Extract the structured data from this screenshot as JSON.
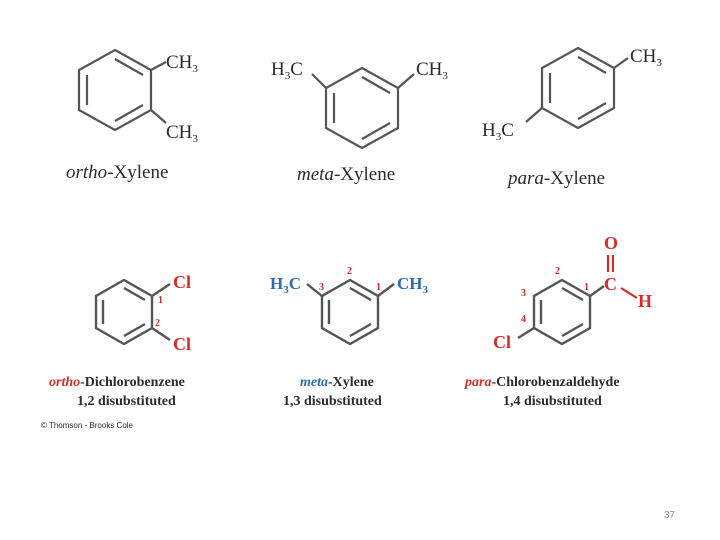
{
  "colors": {
    "ink": "#2b2b2b",
    "accent": "#d62b2b",
    "blue": "#2d6db3",
    "bond_gray": "#555555",
    "footer_gray": "#888888"
  },
  "top_row": {
    "ortho": {
      "sub_ch3_top": "CH",
      "sub_ch3_top_n": "3",
      "sub_ch3_bottom": "CH",
      "sub_ch3_bottom_n": "3",
      "name_prefix": "ortho",
      "name_suffix": "-Xylene"
    },
    "meta": {
      "sub_left": "H",
      "sub_left_n": "3",
      "sub_left_c": "C",
      "sub_right": "CH",
      "sub_right_n": "3",
      "name_prefix": "meta",
      "name_suffix": "-Xylene"
    },
    "para": {
      "sub_top": "CH",
      "sub_top_n": "3",
      "sub_bottom": "H",
      "sub_bottom_n": "3",
      "sub_bottom_c": "C",
      "name_prefix": "para",
      "name_suffix": "-Xylene"
    }
  },
  "bottom_row": {
    "ortho": {
      "sub_top": "Cl",
      "sub_bottom": "Cl",
      "num_1": "1",
      "num_2": "2",
      "name_prefix": "ortho",
      "name_suffix": "-Dichlorobenzene",
      "pattern": "1,2 disubstituted"
    },
    "meta": {
      "sub_left": "H",
      "sub_left_n": "3",
      "sub_left_c": "C",
      "sub_right": "CH",
      "sub_right_n": "3",
      "num_1": "1",
      "num_2": "2",
      "num_3": "3",
      "name_prefix": "meta",
      "name_suffix": "-Xylene",
      "pattern": "1,3 disubstituted"
    },
    "para": {
      "sub_o": "O",
      "sub_c": "C",
      "sub_h": "H",
      "sub_cl": "Cl",
      "num_1": "1",
      "num_2": "2",
      "num_3": "3",
      "num_4": "4",
      "name_prefix": "para",
      "name_suffix": "-Chlorobenzaldehyde",
      "pattern": "1,4 disubstituted"
    }
  },
  "credit": "© Thomson - Brooks Cole",
  "page_number": "37"
}
